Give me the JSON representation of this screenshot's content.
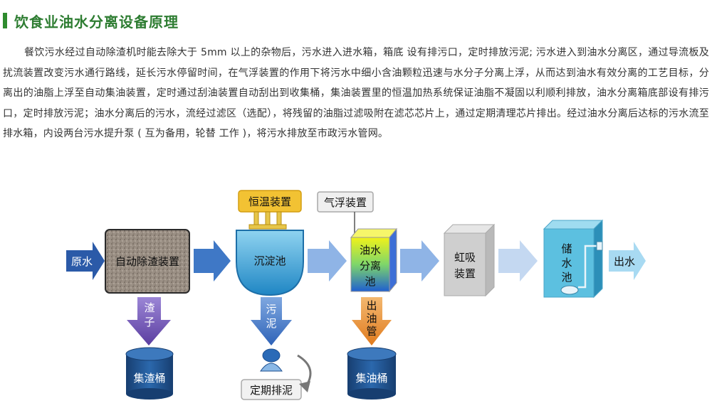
{
  "title": "饮食业油水分离设备原理",
  "paragraph": "餐饮污水经过自动除渣机时能去除大于 5mm 以上的杂物后，污水进入进水箱，箱底 设有排污口，定时排放污泥; 污水进入到油水分离区，通过导流板及扰流装置改变污水通行路线，延长污水停留时间，在气浮装置的作用下将污水中细小含油颗粒迅速与水分子分离上浮，从而达到油水有效分离的工艺目标，分离出的油脂上浮至自动集油装置，定时通过刮油装置自动刮出到收集桶，集油装置里的恒温加热系统保证油脂不凝固以利顺利排放，油水分离箱底部设有排污口，定时排放污泥；油水分离后的污水，流经过滤区（选配），将残留的油脂过滤吸附在滤芯芯片上，通过定期清理芯片排出。经过油水分离后达标的污水流至排水箱，内设两台污水提升泵 ( 互为备用，轮替 工作 )，将污水排放至市政污水管网。",
  "diagram": {
    "raw_water": "原水",
    "slag_remover": "自动除渣装置",
    "thermostat": "恒温装置",
    "float_device": "气浮装置",
    "sedimentation": "沉淀池",
    "separator": [
      "油水",
      "分离",
      "池"
    ],
    "siphon": [
      "虹吸",
      "装置"
    ],
    "storage": [
      "储",
      "水",
      "池"
    ],
    "outlet": "出水",
    "slag": [
      "渣",
      "子"
    ],
    "sludge": [
      "污",
      "泥"
    ],
    "oil_pipe": [
      "出",
      "油",
      "管"
    ],
    "slag_bucket": "集渣桶",
    "periodic_discharge": "定期排泥",
    "oil_bucket": "集油桶"
  },
  "colors": {
    "title_green": "#2e7d32",
    "arrow_blue": "#3f78c6",
    "arrow_light": "#a9c6ea",
    "arrow_purple": "#6d4fae",
    "arrow_orange": "#e8943a",
    "tank_blue": "#2a8fc6",
    "bucket_navy": "#1f4f8a",
    "thermostat_gold": "#f2c233"
  }
}
